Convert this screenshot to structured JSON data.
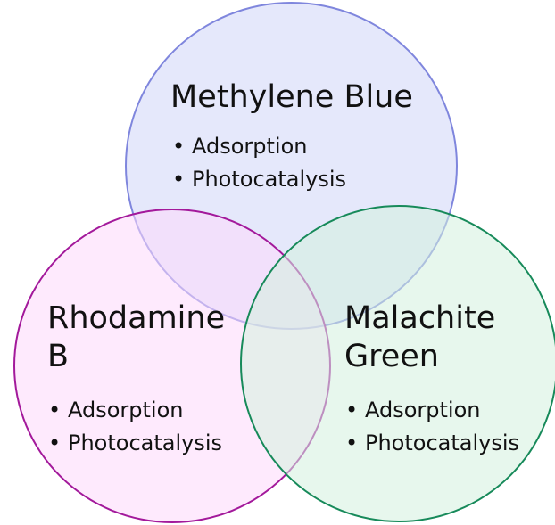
{
  "diagram": {
    "type": "venn",
    "sets": [
      {
        "id": "methylene-blue",
        "title": "Methylene Blue",
        "items": [
          "Adsorption",
          "Photocatalysis"
        ],
        "fill_color": "#cfd5f8",
        "stroke_color": "#7f86dd"
      },
      {
        "id": "rhodamine-b",
        "title": "Rhodamine B",
        "items": [
          "Adsorption",
          "Photocatalysis"
        ],
        "fill_color": "#fdd8fb",
        "stroke_color": "#a3199b"
      },
      {
        "id": "malachite-green",
        "title": "Malachite Green",
        "items": [
          "Adsorption",
          "Photocatalysis"
        ],
        "fill_color": "#d3f0de",
        "stroke_color": "#178a5a"
      }
    ]
  }
}
